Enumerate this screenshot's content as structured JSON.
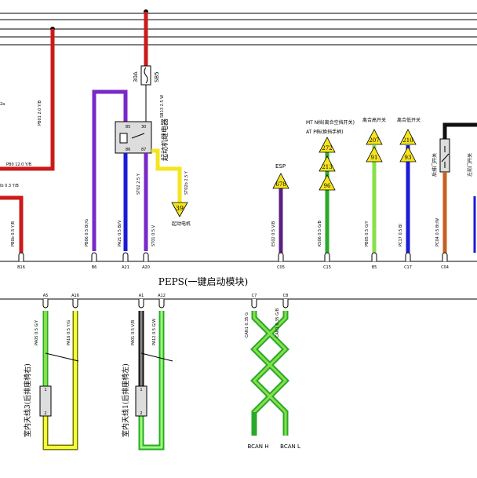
{
  "module_title": "PEPS(一键启动模块)",
  "top_labels": {
    "fuse_rating": "30A",
    "fuse_id": "SB5",
    "fuse_wire": "SB13 2.5 W",
    "relay_name": "起动机继电器",
    "relay_pins": [
      "85",
      "30",
      "86",
      "87"
    ],
    "relay_wire_a": "ST02 2.5 Y",
    "relay_wire_b": "ST02b 2.5 Y",
    "starter_connector": "39",
    "starter_name": "起动电机",
    "left_wire_1": "PB01 2.0 Y/B",
    "left_wire_2": "PB0 12.0 Y/B",
    "left_wire_3": "lb 0.3 Y/B",
    "left_small": "2a",
    "esp_label": "ESP",
    "mt_note": "MT N档(离合空挡开关)",
    "at_note": "AT P档(换挡手柄)",
    "clutch_high": "离合高开关",
    "clutch_low": "离合低开关",
    "door_switch": "后排门开关",
    "door_switch_2": "左前门开关"
  },
  "connectors_top": [
    {
      "id": "B16",
      "wire": "PB0b 0.5 Y/B",
      "color": "#cc1a1a"
    },
    {
      "id": "B6",
      "wire": "PB06 0.5 Br/G",
      "color": "#7a28c8"
    },
    {
      "id": "A21",
      "wire": "PA21 0.5 Bl/V",
      "color": "#1b1bd6"
    },
    {
      "id": "A20",
      "wire": "ST01 0.5 V",
      "color": "#7a28c8"
    },
    {
      "id": "C05",
      "wire": "ES02 0.5 V/B",
      "color": "#5a2080"
    },
    {
      "id": "C15",
      "wire": "KS06 0.5 G/B",
      "color": "#2aa82a"
    },
    {
      "id": "B5",
      "wire": "PB05 0.5 G/Y",
      "color": "#86e14a"
    },
    {
      "id": "C17",
      "wire": "PC17 0.5 Bl",
      "color": "#1b1bd6"
    },
    {
      "id": "C04",
      "wire": "PC04 0.5 Br/W",
      "color": "#c8601e"
    }
  ],
  "triangles": [
    {
      "id": "678"
    },
    {
      "id": "272"
    },
    {
      "id": "213"
    },
    {
      "id": "96"
    },
    {
      "id": "207"
    },
    {
      "id": "91"
    },
    {
      "id": "210"
    },
    {
      "id": "93"
    }
  ],
  "connectors_bottom": [
    {
      "id": "A5",
      "wire": "PA05 0.5 G/Y"
    },
    {
      "id": "A16",
      "wire": "PA16 0.5 Y/G"
    },
    {
      "id": "A1",
      "wire": "PA01 0.5 V/B"
    },
    {
      "id": "A12",
      "wire": "PA12 0.5 G/W"
    },
    {
      "id": "C7",
      "wire": "CAN1 0.35 G"
    },
    {
      "id": "C8",
      "wire": "CAN1 0.35 G/B"
    }
  ],
  "antenna_rear": "室内天线3(后排座椅右)",
  "antenna_left": "室内天线1(后排座椅左)",
  "antenna_pins": [
    "1",
    "2"
  ],
  "can_high": "BCAN H",
  "can_low": "BCAN L",
  "colors": {
    "red": "#cc1a1a",
    "purple": "#7a28c8",
    "blue": "#1b1bd6",
    "yellow": "#f5e51e",
    "green": "#2aa82a",
    "lightgreen": "#86e14a",
    "orange": "#c8601e",
    "triangle": "#f5e51e"
  }
}
